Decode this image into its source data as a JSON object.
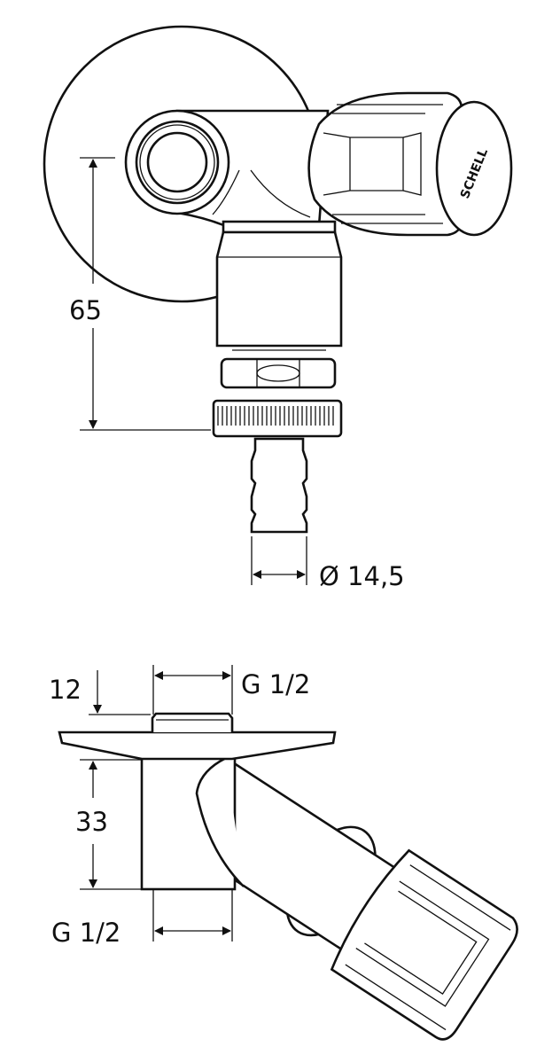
{
  "top_view": {
    "brand_logo": "SCHELL",
    "dim_height": "65",
    "dim_hose_diameter": "Ø 14,5"
  },
  "side_view": {
    "dim_thread_depth": "12",
    "dim_inlet_thread": "G 1/2",
    "dim_body_height": "33",
    "dim_outlet_thread": "G 1/2"
  },
  "colors": {
    "line": "#111111",
    "background": "#ffffff"
  }
}
